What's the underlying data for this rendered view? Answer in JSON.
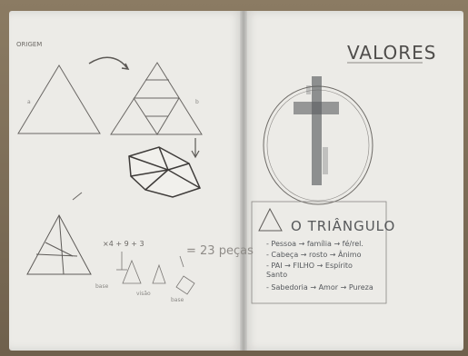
{
  "photo": {
    "description_tags": [
      "notebook",
      "pencil-sketch"
    ],
    "left_page": {
      "corner_label": "ORIGEM",
      "triangle_labels": [
        "a",
        "b"
      ],
      "sequence_text": "×4 + 9 + 3",
      "equation_result": "= 23 peças",
      "caption_1": "base",
      "caption_2": "visão",
      "caption_3": "base"
    },
    "right_page": {
      "title": "VALORES",
      "subtitle": "O TRIÂNGULO",
      "list": [
        "- Pessoa → família → fé/rel.",
        "- Cabeça → rosto → Ânimo",
        "- PAI → FILHO → Espírito",
        "             Santo",
        "- Sabedoria → Amor → Pureza"
      ]
    }
  }
}
